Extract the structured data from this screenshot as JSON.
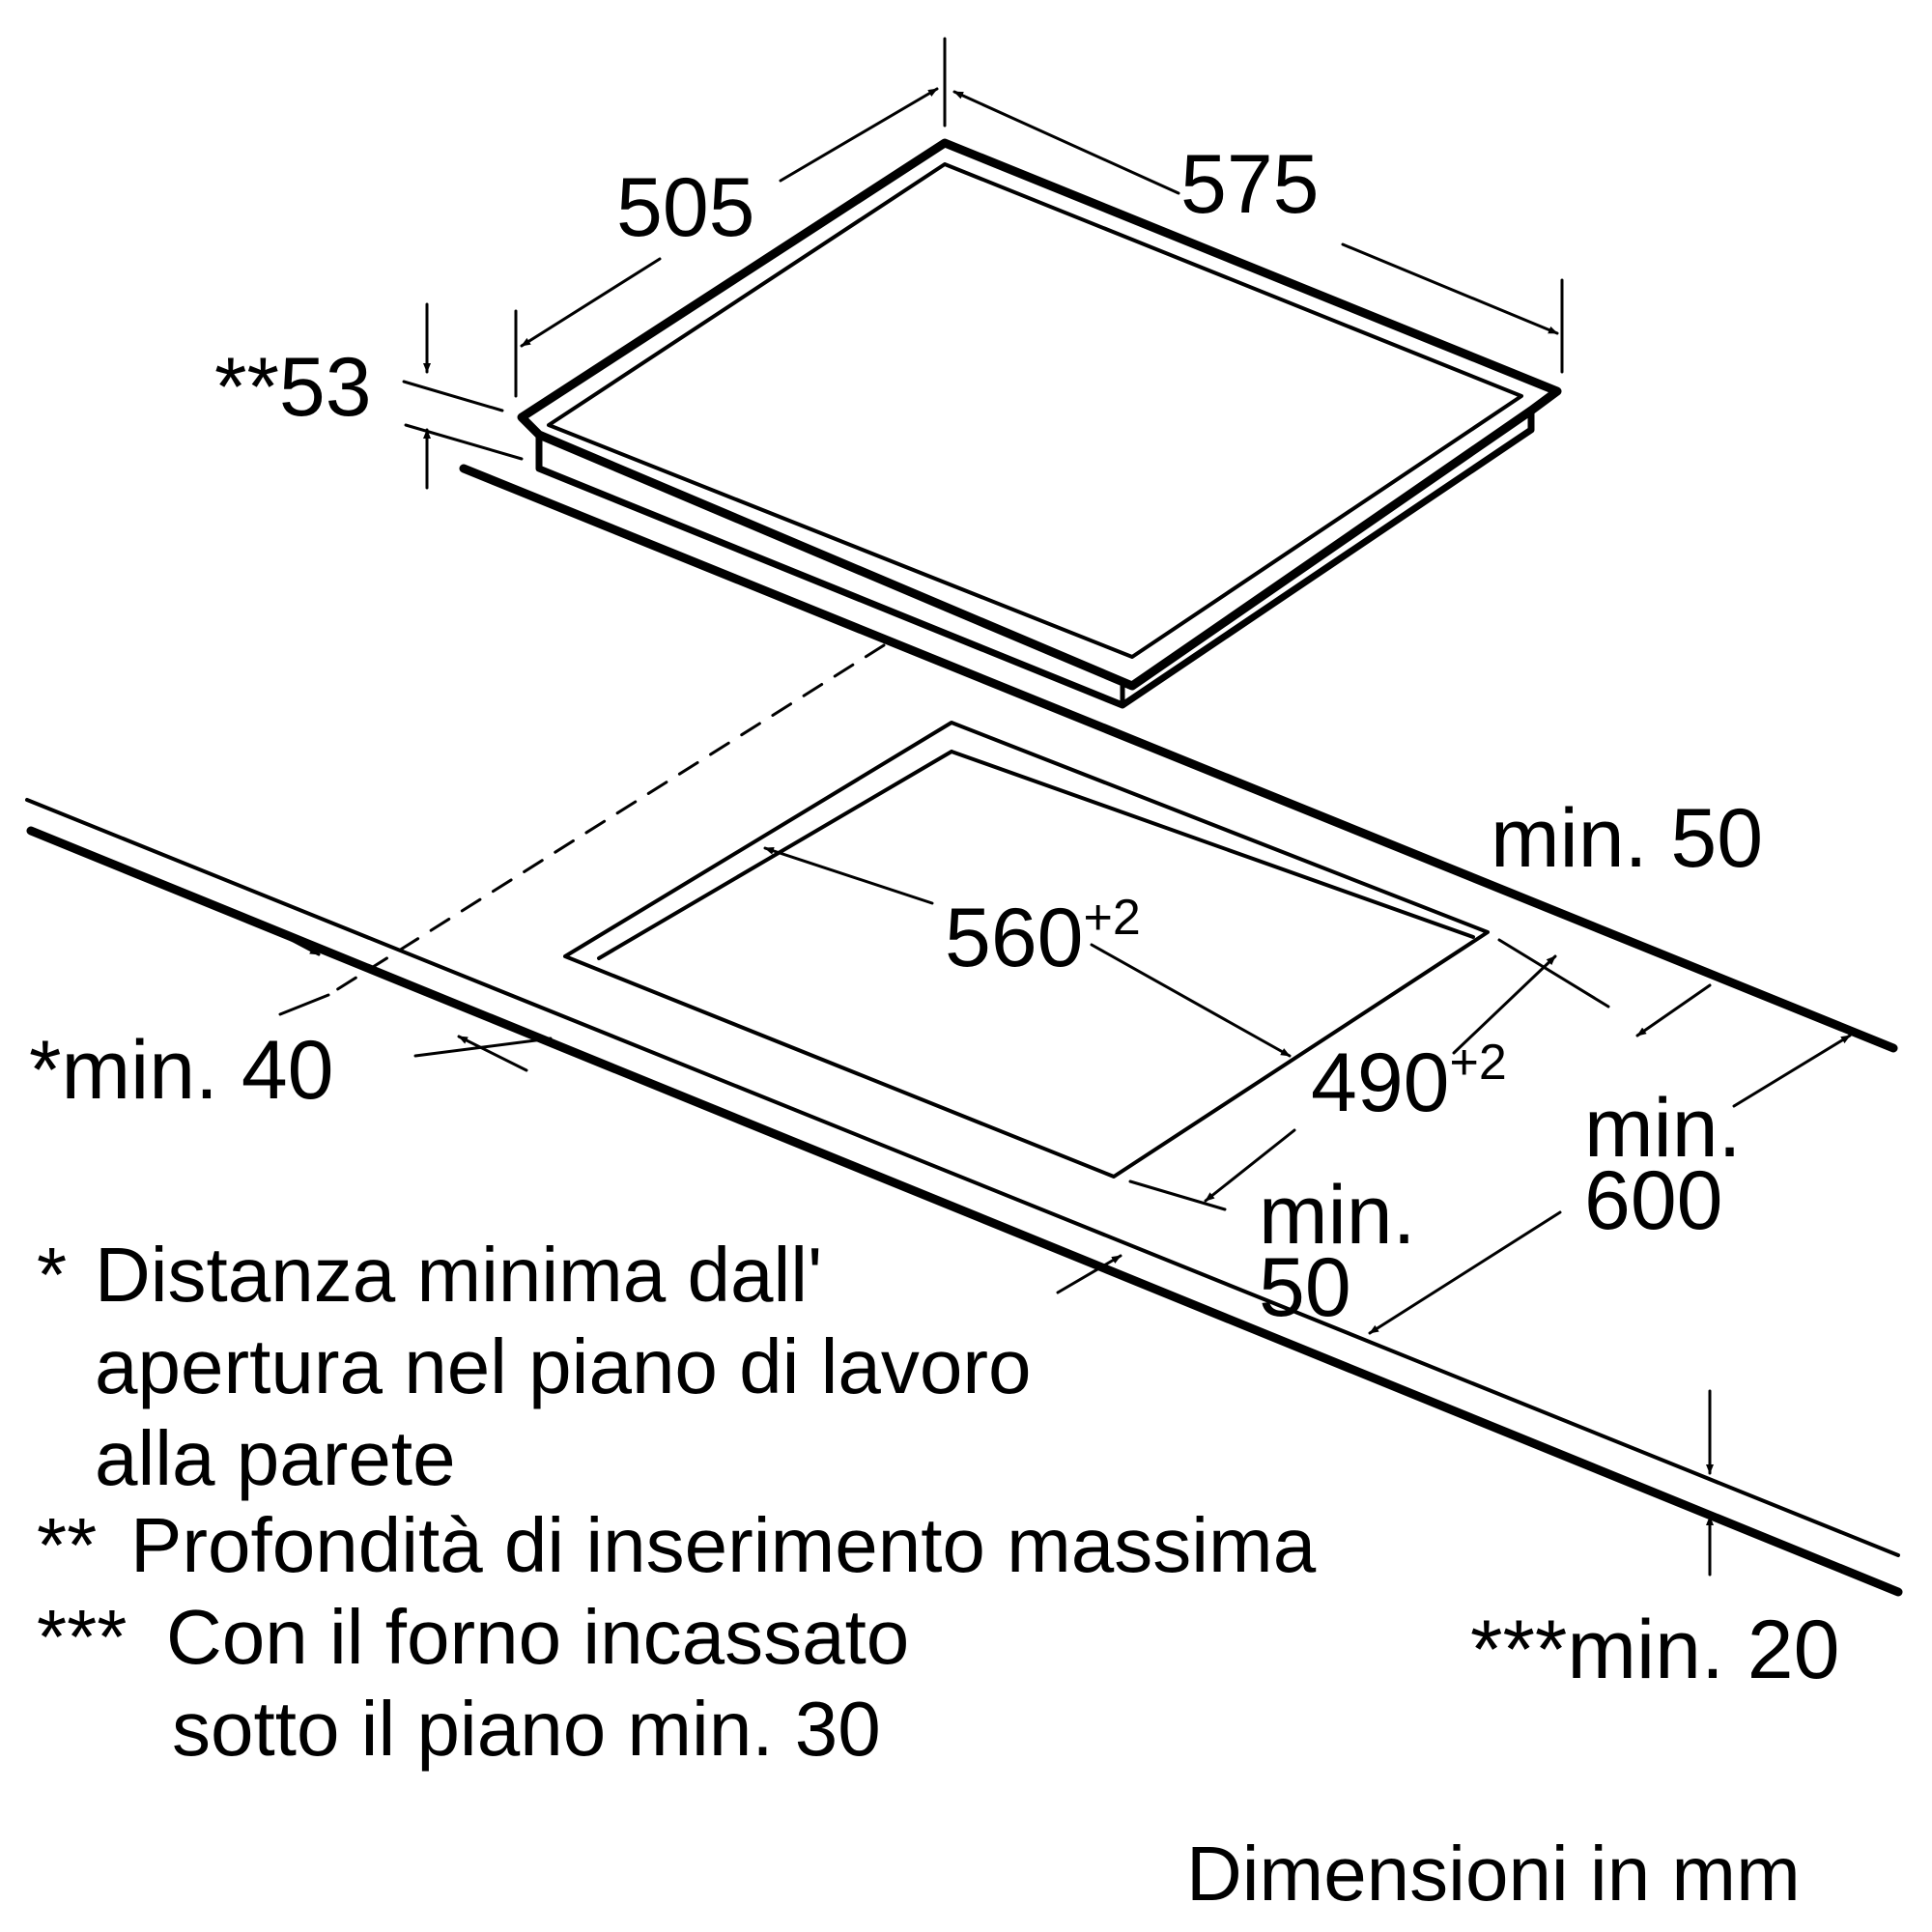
{
  "diagram": {
    "title": "Dimensioni in mm",
    "colors": {
      "line": "#000000",
      "background": "#ffffff"
    },
    "hob_dimensions": {
      "depth": "505",
      "width": "575",
      "insertion_depth": "**53"
    },
    "cutout_dimensions": {
      "width_value": "560",
      "width_tolerance": "+2",
      "depth_value": "490",
      "depth_tolerance": "+2"
    },
    "clearances": {
      "back_wall": "*min. 40",
      "right_side": "min. 50",
      "front_line1": "min.",
      "front_line2": "50",
      "worktop_depth_line1": "min.",
      "worktop_depth_line2": "600",
      "worktop_thickness": "***min. 20"
    },
    "notes": [
      {
        "marker": "*",
        "lines": [
          "Distanza minima dall'",
          "apertura nel piano di lavoro",
          "alla parete"
        ]
      },
      {
        "marker": "**",
        "lines": [
          "Profondità di inserimento massima"
        ]
      },
      {
        "marker": "***",
        "lines": [
          "Con il forno incassato",
          "sotto il piano min. 30"
        ]
      }
    ]
  }
}
